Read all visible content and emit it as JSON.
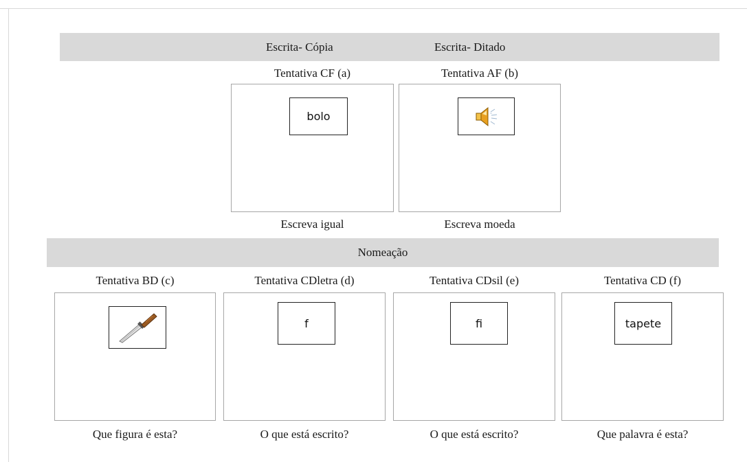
{
  "writing": {
    "copy_header": "Escrita- Cópia",
    "dictation_header": "Escrita- Ditado",
    "trial_a": {
      "title": "Tentativa CF (a)",
      "stimulus_text": "bolo",
      "instruction": "Escreva igual"
    },
    "trial_b": {
      "title": "Tentativa AF (b)",
      "stimulus_icon": "speaker-icon",
      "instruction": "Escreva moeda"
    }
  },
  "naming": {
    "header": "Nomeação",
    "trials": [
      {
        "title": "Tentativa BD (c)",
        "stimulus_icon": "knife-icon",
        "instruction": "Que figura é esta?"
      },
      {
        "title": "Tentativa CDletra (d)",
        "stimulus_text": "f",
        "instruction": "O que está escrito?"
      },
      {
        "title": "Tentativa CDsil (e)",
        "stimulus_text": "fi",
        "instruction": "O que está escrito?"
      },
      {
        "title": "Tentativa CD (f)",
        "stimulus_text": "tapete",
        "instruction": "Que palavra é esta?"
      }
    ]
  },
  "colors": {
    "band": "#d9d9d9",
    "panel_border": "#a6a6a6",
    "speaker_orange": "#e8a020"
  }
}
